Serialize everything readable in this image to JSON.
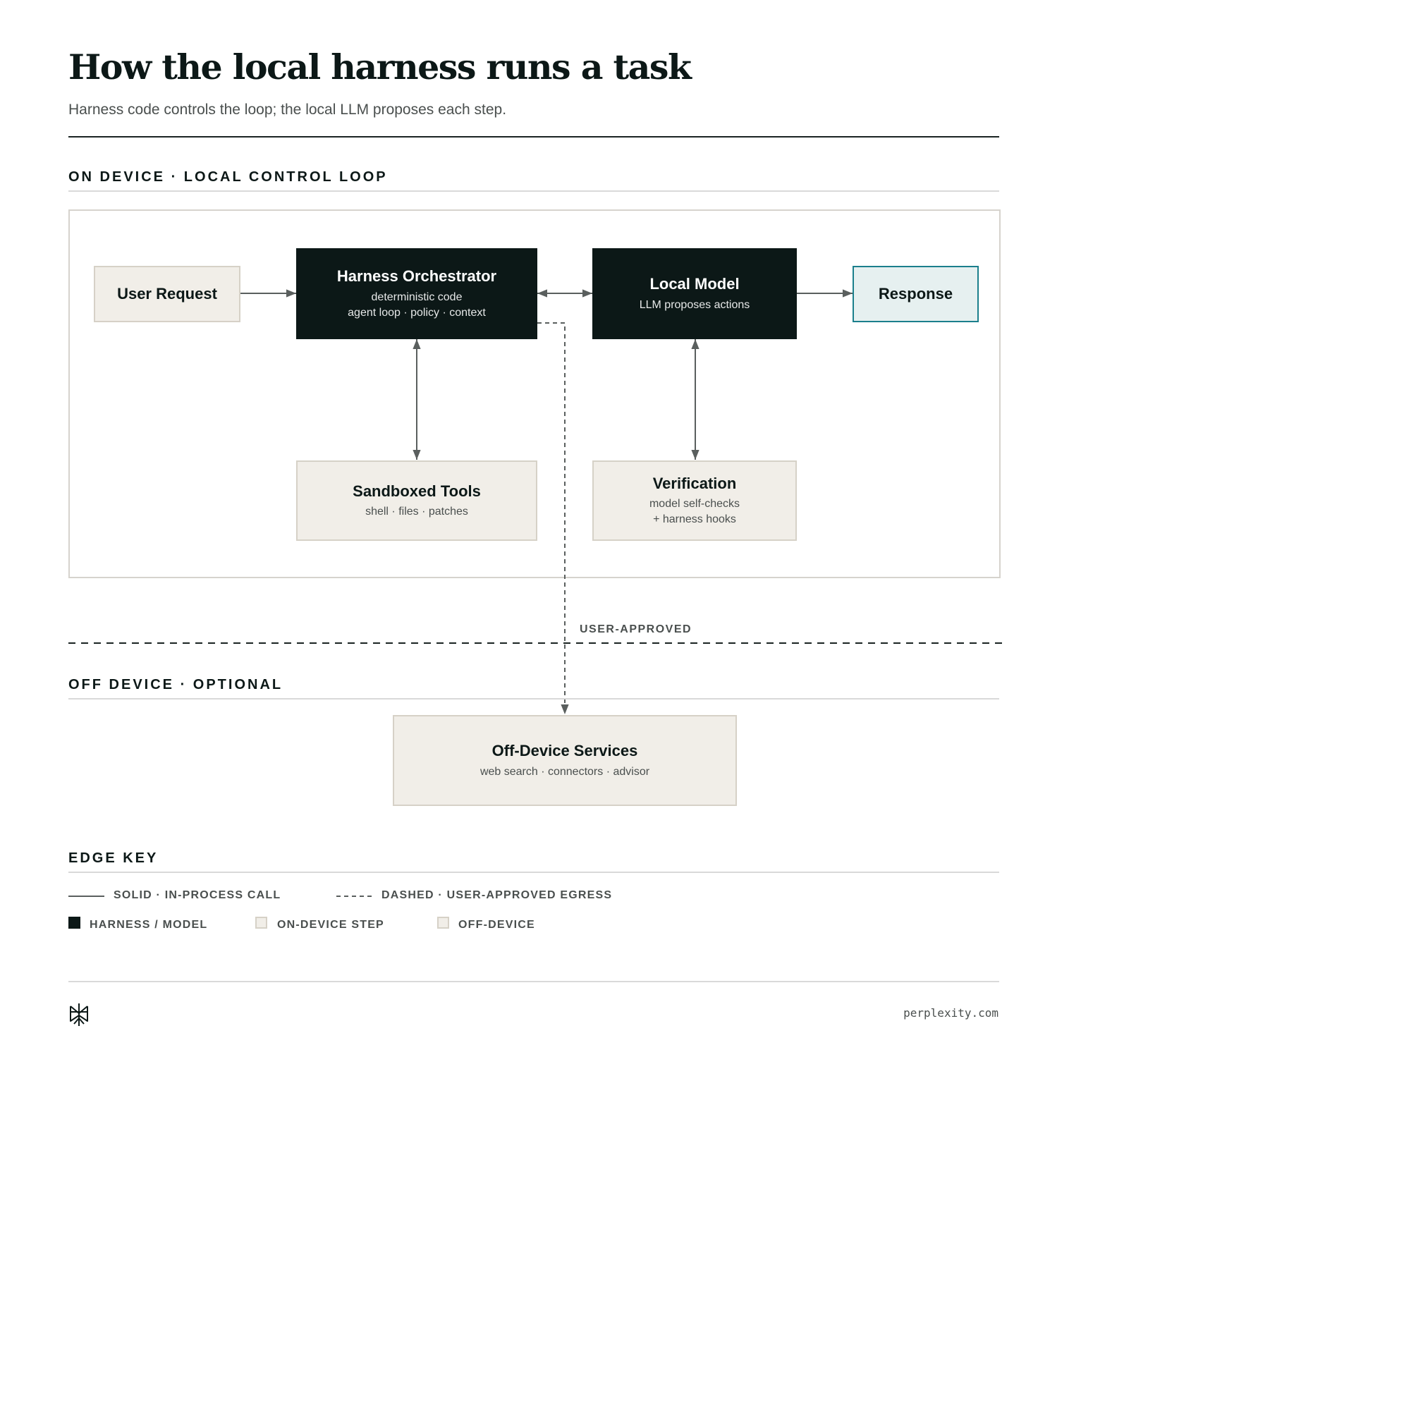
{
  "header": {
    "title": "How the local harness runs a task",
    "subtitle": "Harness code controls the loop; the local LLM proposes each step."
  },
  "sections": {
    "on_device": "ON DEVICE · LOCAL CONTROL LOOP",
    "off_device": "OFF DEVICE · OPTIONAL",
    "edge_key": "EDGE KEY"
  },
  "nodes": {
    "user_request": {
      "title": "User Request"
    },
    "orchestrator": {
      "title": "Harness Orchestrator",
      "line1": "deterministic code",
      "line2": "agent loop · policy · context"
    },
    "local_model": {
      "title": "Local Model",
      "line1": "LLM proposes actions"
    },
    "response": {
      "title": "Response"
    },
    "sandboxed_tools": {
      "title": "Sandboxed Tools",
      "line1": "shell · files · patches"
    },
    "verification": {
      "title": "Verification",
      "line1": "model self-checks",
      "line2": "+ harness hooks"
    },
    "off_device_services": {
      "title": "Off-Device Services",
      "line1": "web search · connectors · advisor"
    }
  },
  "boundary": {
    "label": "USER-APPROVED"
  },
  "edge_key": {
    "solid": "SOLID · IN-PROCESS CALL",
    "dashed": "DASHED · USER-APPROVED EGRESS",
    "harness_model": "HARNESS / MODEL",
    "on_device_step": "ON-DEVICE STEP",
    "off_device": "OFF-DEVICE"
  },
  "colors": {
    "dark": "#0c1817",
    "light_fill": "#f1eee8",
    "accent_border": "#1b7f8c",
    "accent_fill": "#e6f0f0",
    "edge": "#5a5f5e"
  },
  "footer": {
    "logo_icon": "perplexity-logo-icon",
    "url": "perplexity.com"
  }
}
